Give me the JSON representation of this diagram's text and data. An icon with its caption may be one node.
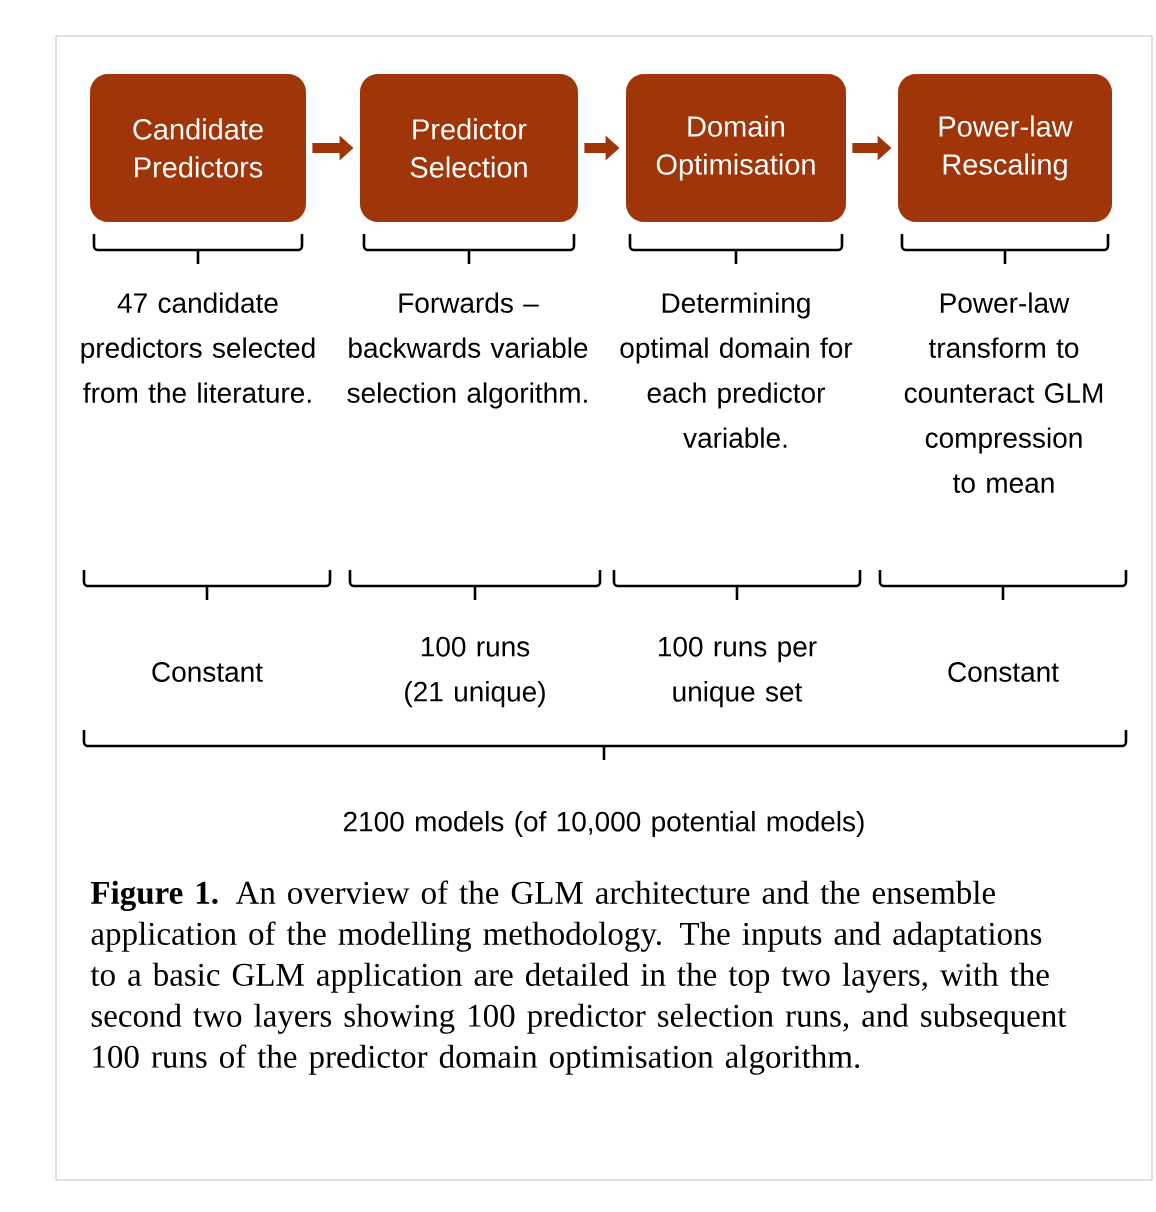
{
  "diagram": {
    "caption": "**Figure 1.** An overview of the GLM architecture and the ensemble application of the modelling methodology. The inputs and adaptations to a basic GLM application are detailed in the top two layers, with the second two layers showing 100 predictor selection runs, and subsequent 100 runs of the predictor domain optimisation algorithm.",
    "nodes": [
      {
        "text": [
          "Candidate Predictors"
        ]
      },
      {
        "text": [
          "Predictor Selection"
        ]
      },
      {
        "text": [
          "Domain Optimisation"
        ]
      },
      {
        "text": [
          "Power-law Rescaling"
        ]
      }
    ],
    "edges": [
      {
        "from": 0,
        "to": 1,
        "arrow": "to"
      },
      {
        "from": 1,
        "to": 2,
        "arrow": "to"
      },
      {
        "from": 2,
        "to": 3,
        "arrow": "to"
      }
    ],
    "labels": [
      "47 candidate predictors selected from the literature.",
      "Forwards – backwards variable selection algorithm.",
      "Determining optimal domain for each predictor variable.",
      "Power-law transform to counteract GLM compression to mean",
      "Constant",
      "100 runs (21 unique)",
      "100 runs per unique set",
      "Constant",
      "2100 models (of 10,000 potential models)"
    ]
  }
}
